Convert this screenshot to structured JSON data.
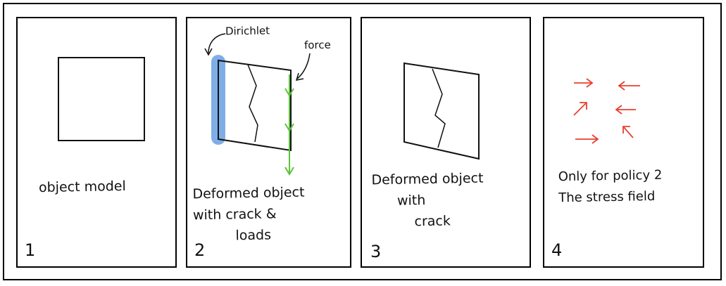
{
  "panels": [
    {
      "number": "1",
      "caption": [
        "object model"
      ]
    },
    {
      "number": "2",
      "caption": [
        "Deformed object",
        "with crack &",
        "loads"
      ],
      "labels": {
        "dirichlet": "Dirichlet",
        "force": "force"
      }
    },
    {
      "number": "3",
      "caption": [
        "Deformed object",
        "with",
        "crack"
      ]
    },
    {
      "number": "4",
      "caption": [
        "Only for policy 2",
        "The stress field"
      ]
    }
  ],
  "colors": {
    "dirichlet": "#7eaee8",
    "force": "#5cc23f",
    "stress": "#e8402f",
    "ink": "#111111"
  }
}
